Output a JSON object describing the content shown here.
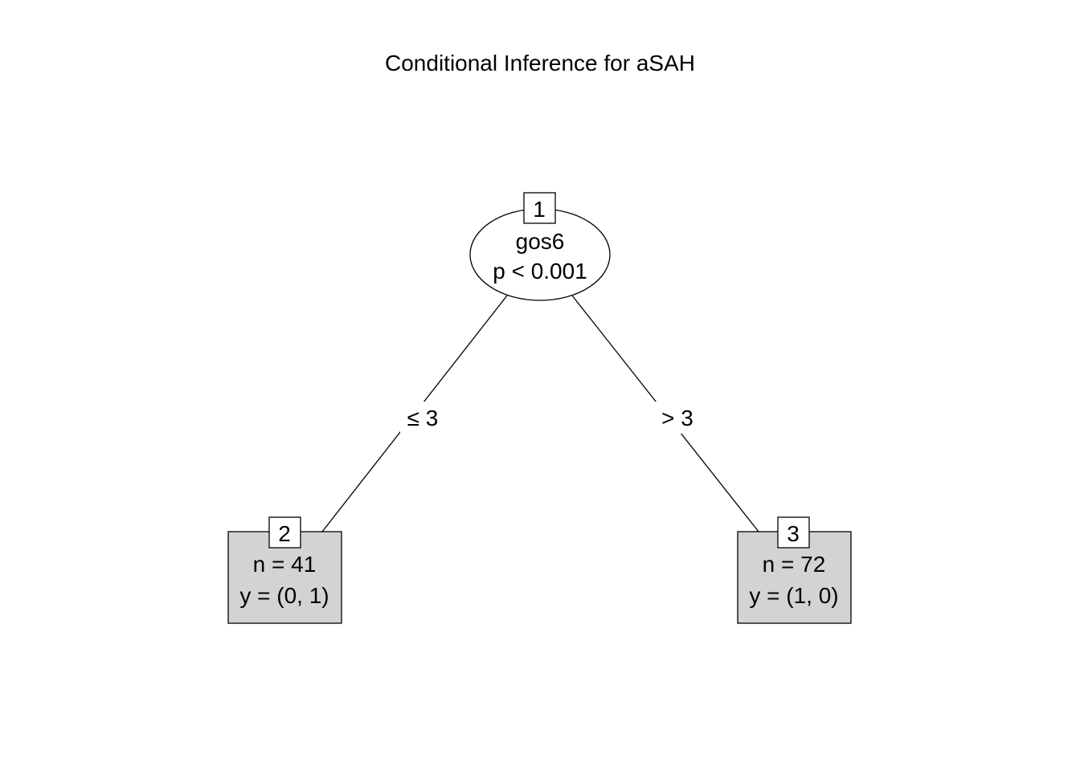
{
  "title": "Conditional Inference for aSAH",
  "colors": {
    "terminal_fill": "#d3d3d3",
    "stroke": "#000000",
    "background": "#ffffff"
  },
  "tree": {
    "root": {
      "id": "1",
      "variable": "gos6",
      "p_value": "p < 0.001"
    },
    "edges": {
      "left": "≤ 3",
      "right": "> 3"
    },
    "terminals": {
      "left": {
        "id": "2",
        "n": "n = 41",
        "y": "y = (0, 1)"
      },
      "right": {
        "id": "3",
        "n": "n = 72",
        "y": "y = (1, 0)"
      }
    }
  }
}
